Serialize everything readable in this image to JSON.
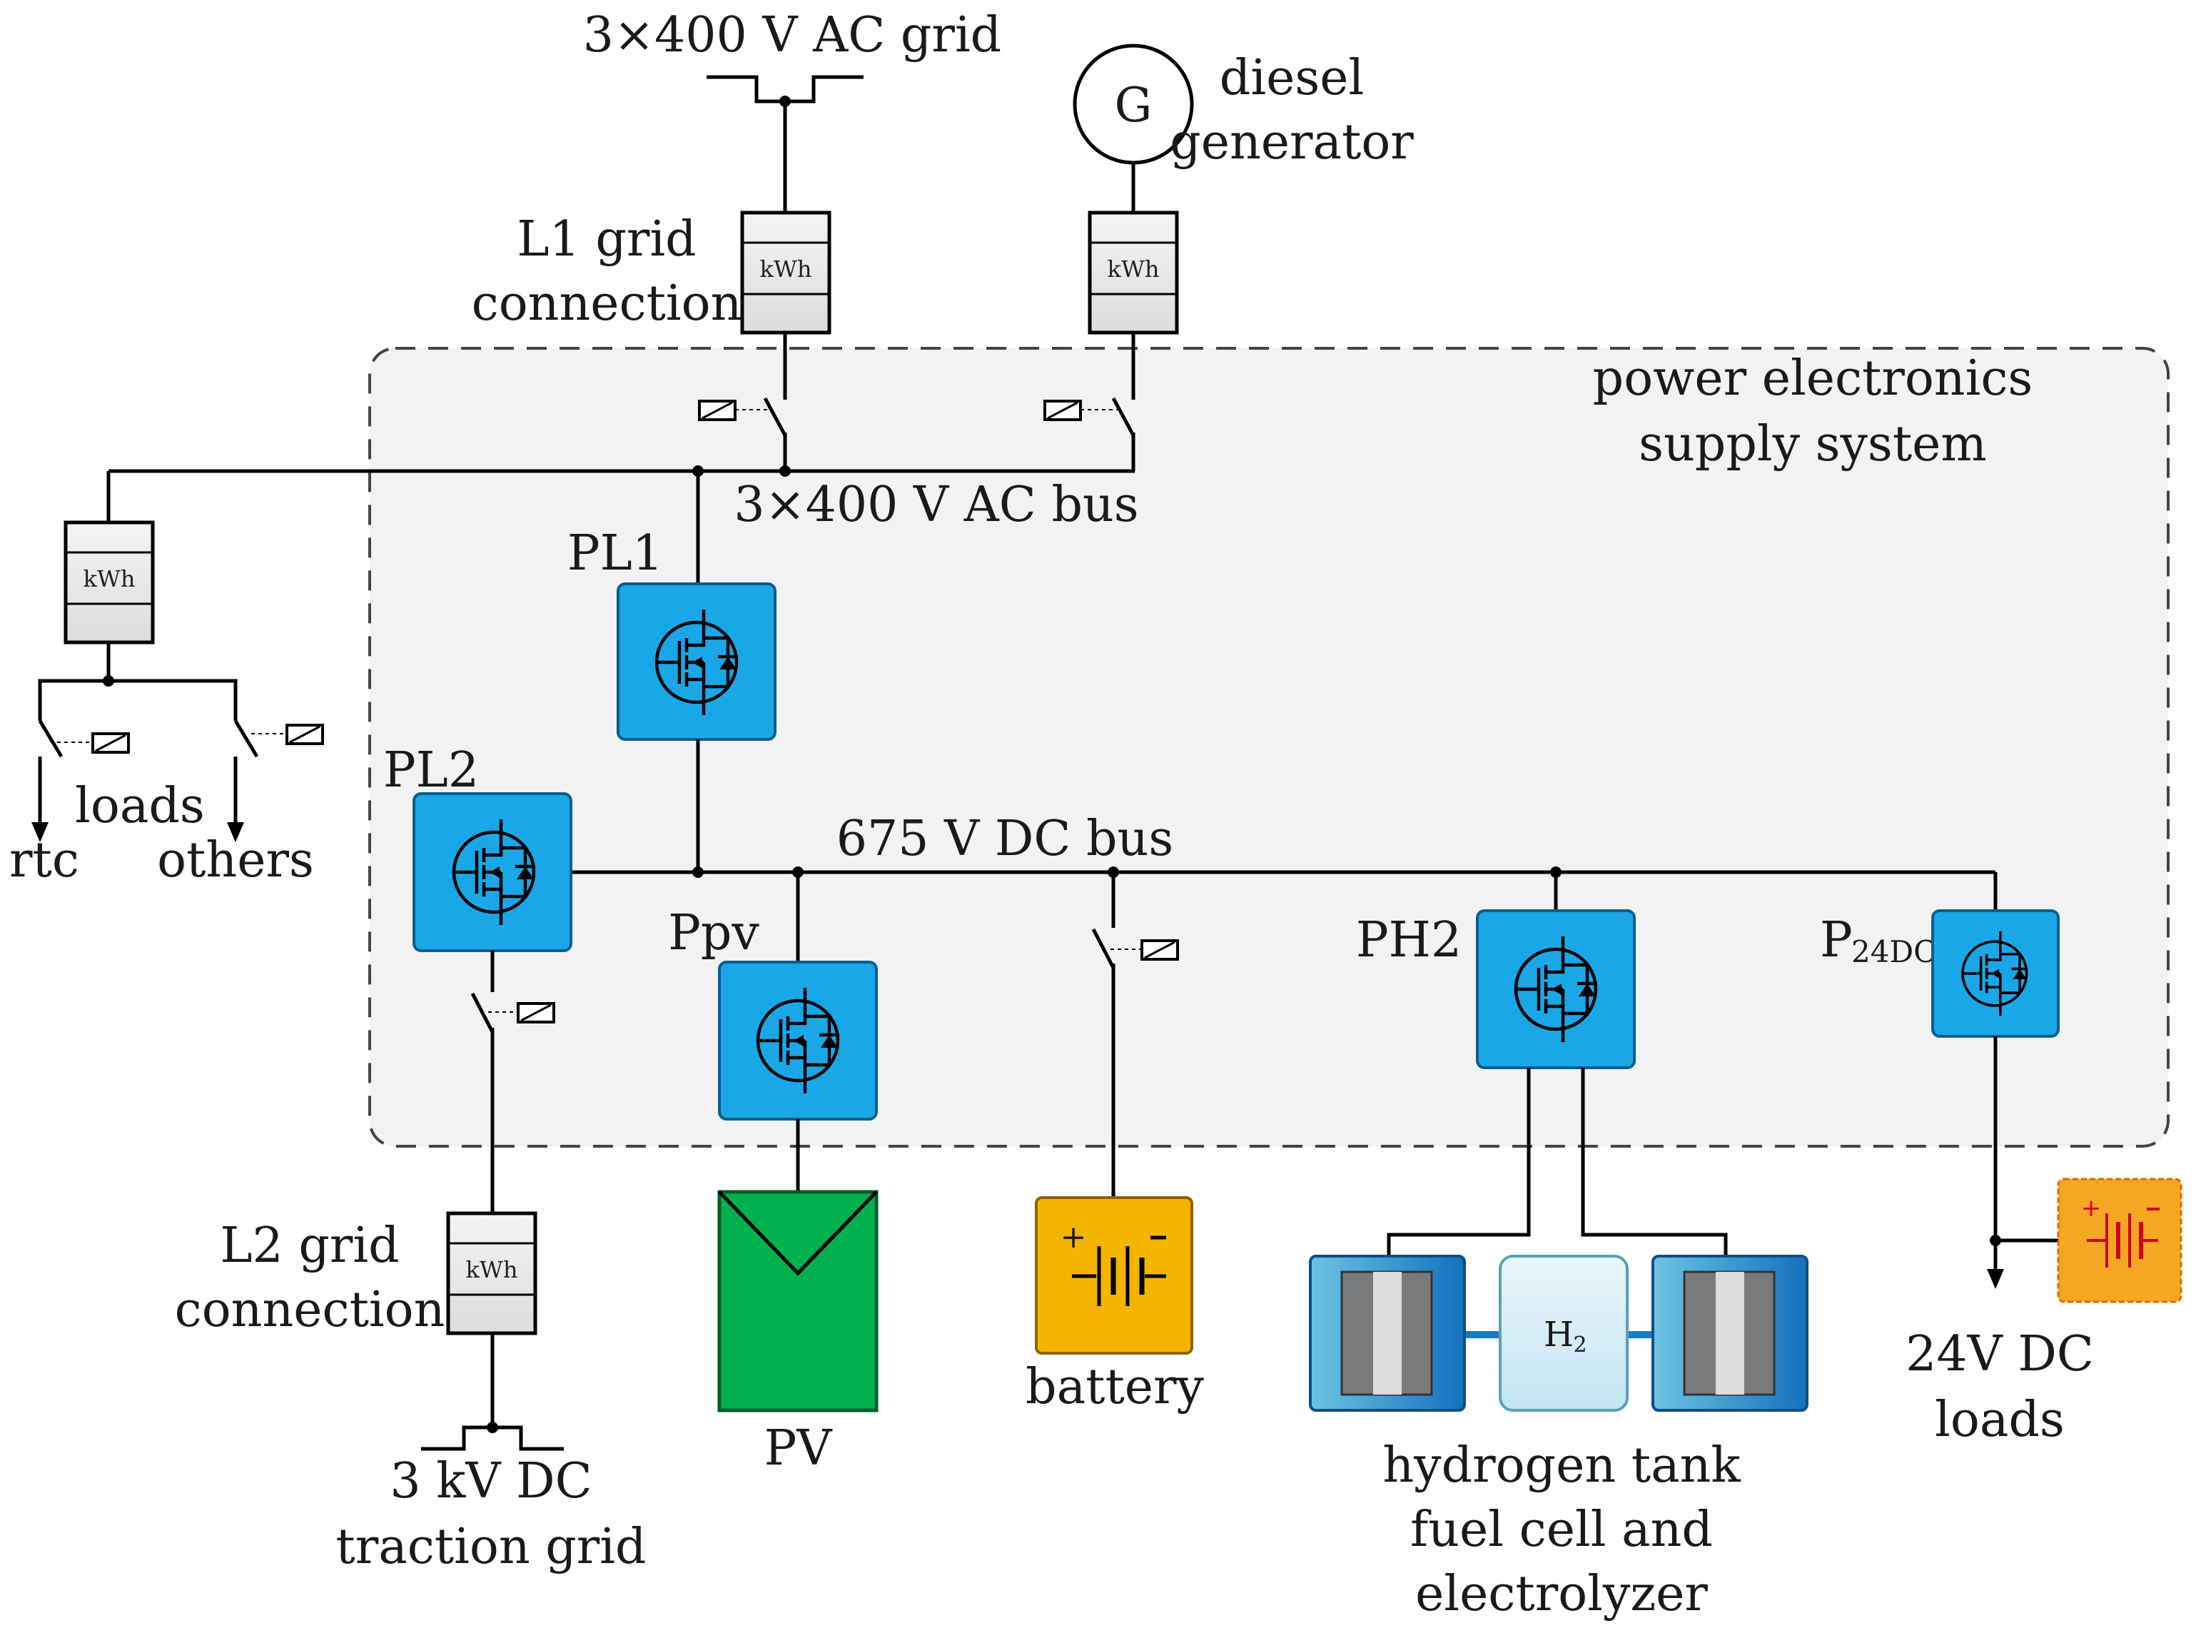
{
  "labels": {
    "ac_grid": "3×400 V AC grid",
    "generator_symbol": "G",
    "diesel": "diesel",
    "generator": "generator",
    "l1_line1": "L1 grid",
    "l1_line2": "connection",
    "pess_line1": "power electronics",
    "pess_line2": "supply system",
    "ac_bus": "3×400 V AC bus",
    "pl1": "PL1",
    "pl2": "PL2",
    "loads": "loads",
    "rtc": "rtc",
    "others": "others",
    "dc_bus": "675 V DC bus",
    "ppv": "Ppv",
    "ph2": "PH2",
    "p24_main": "P",
    "p24_sub": "24DC",
    "l2_line1": "L2 grid",
    "l2_line2": "connection",
    "dc_grid_line1": "3 kV DC",
    "dc_grid_line2": "traction grid",
    "pv": "PV",
    "battery": "battery",
    "h2_main": "H",
    "h2_sub": "2",
    "h2_line1": "hydrogen tank",
    "h2_line2": "fuel cell and",
    "h2_line3": "electrolyzer",
    "loads24_line1": "24V DC",
    "loads24_line2": "loads"
  },
  "meters": {
    "l1": "kWh",
    "gen": "kWh",
    "loads": "kWh",
    "l2": "kWh"
  },
  "colors": {
    "converter": "#1aa7e8",
    "pv": "#00b04f",
    "battery": "#f5b400",
    "dc24_battery": "#f5a623",
    "tank_outer": "#1a7bc4",
    "tank_inner": "#7a7a7a",
    "h2_box": "#d8eef7",
    "enclosure": "#f2f2f2"
  }
}
